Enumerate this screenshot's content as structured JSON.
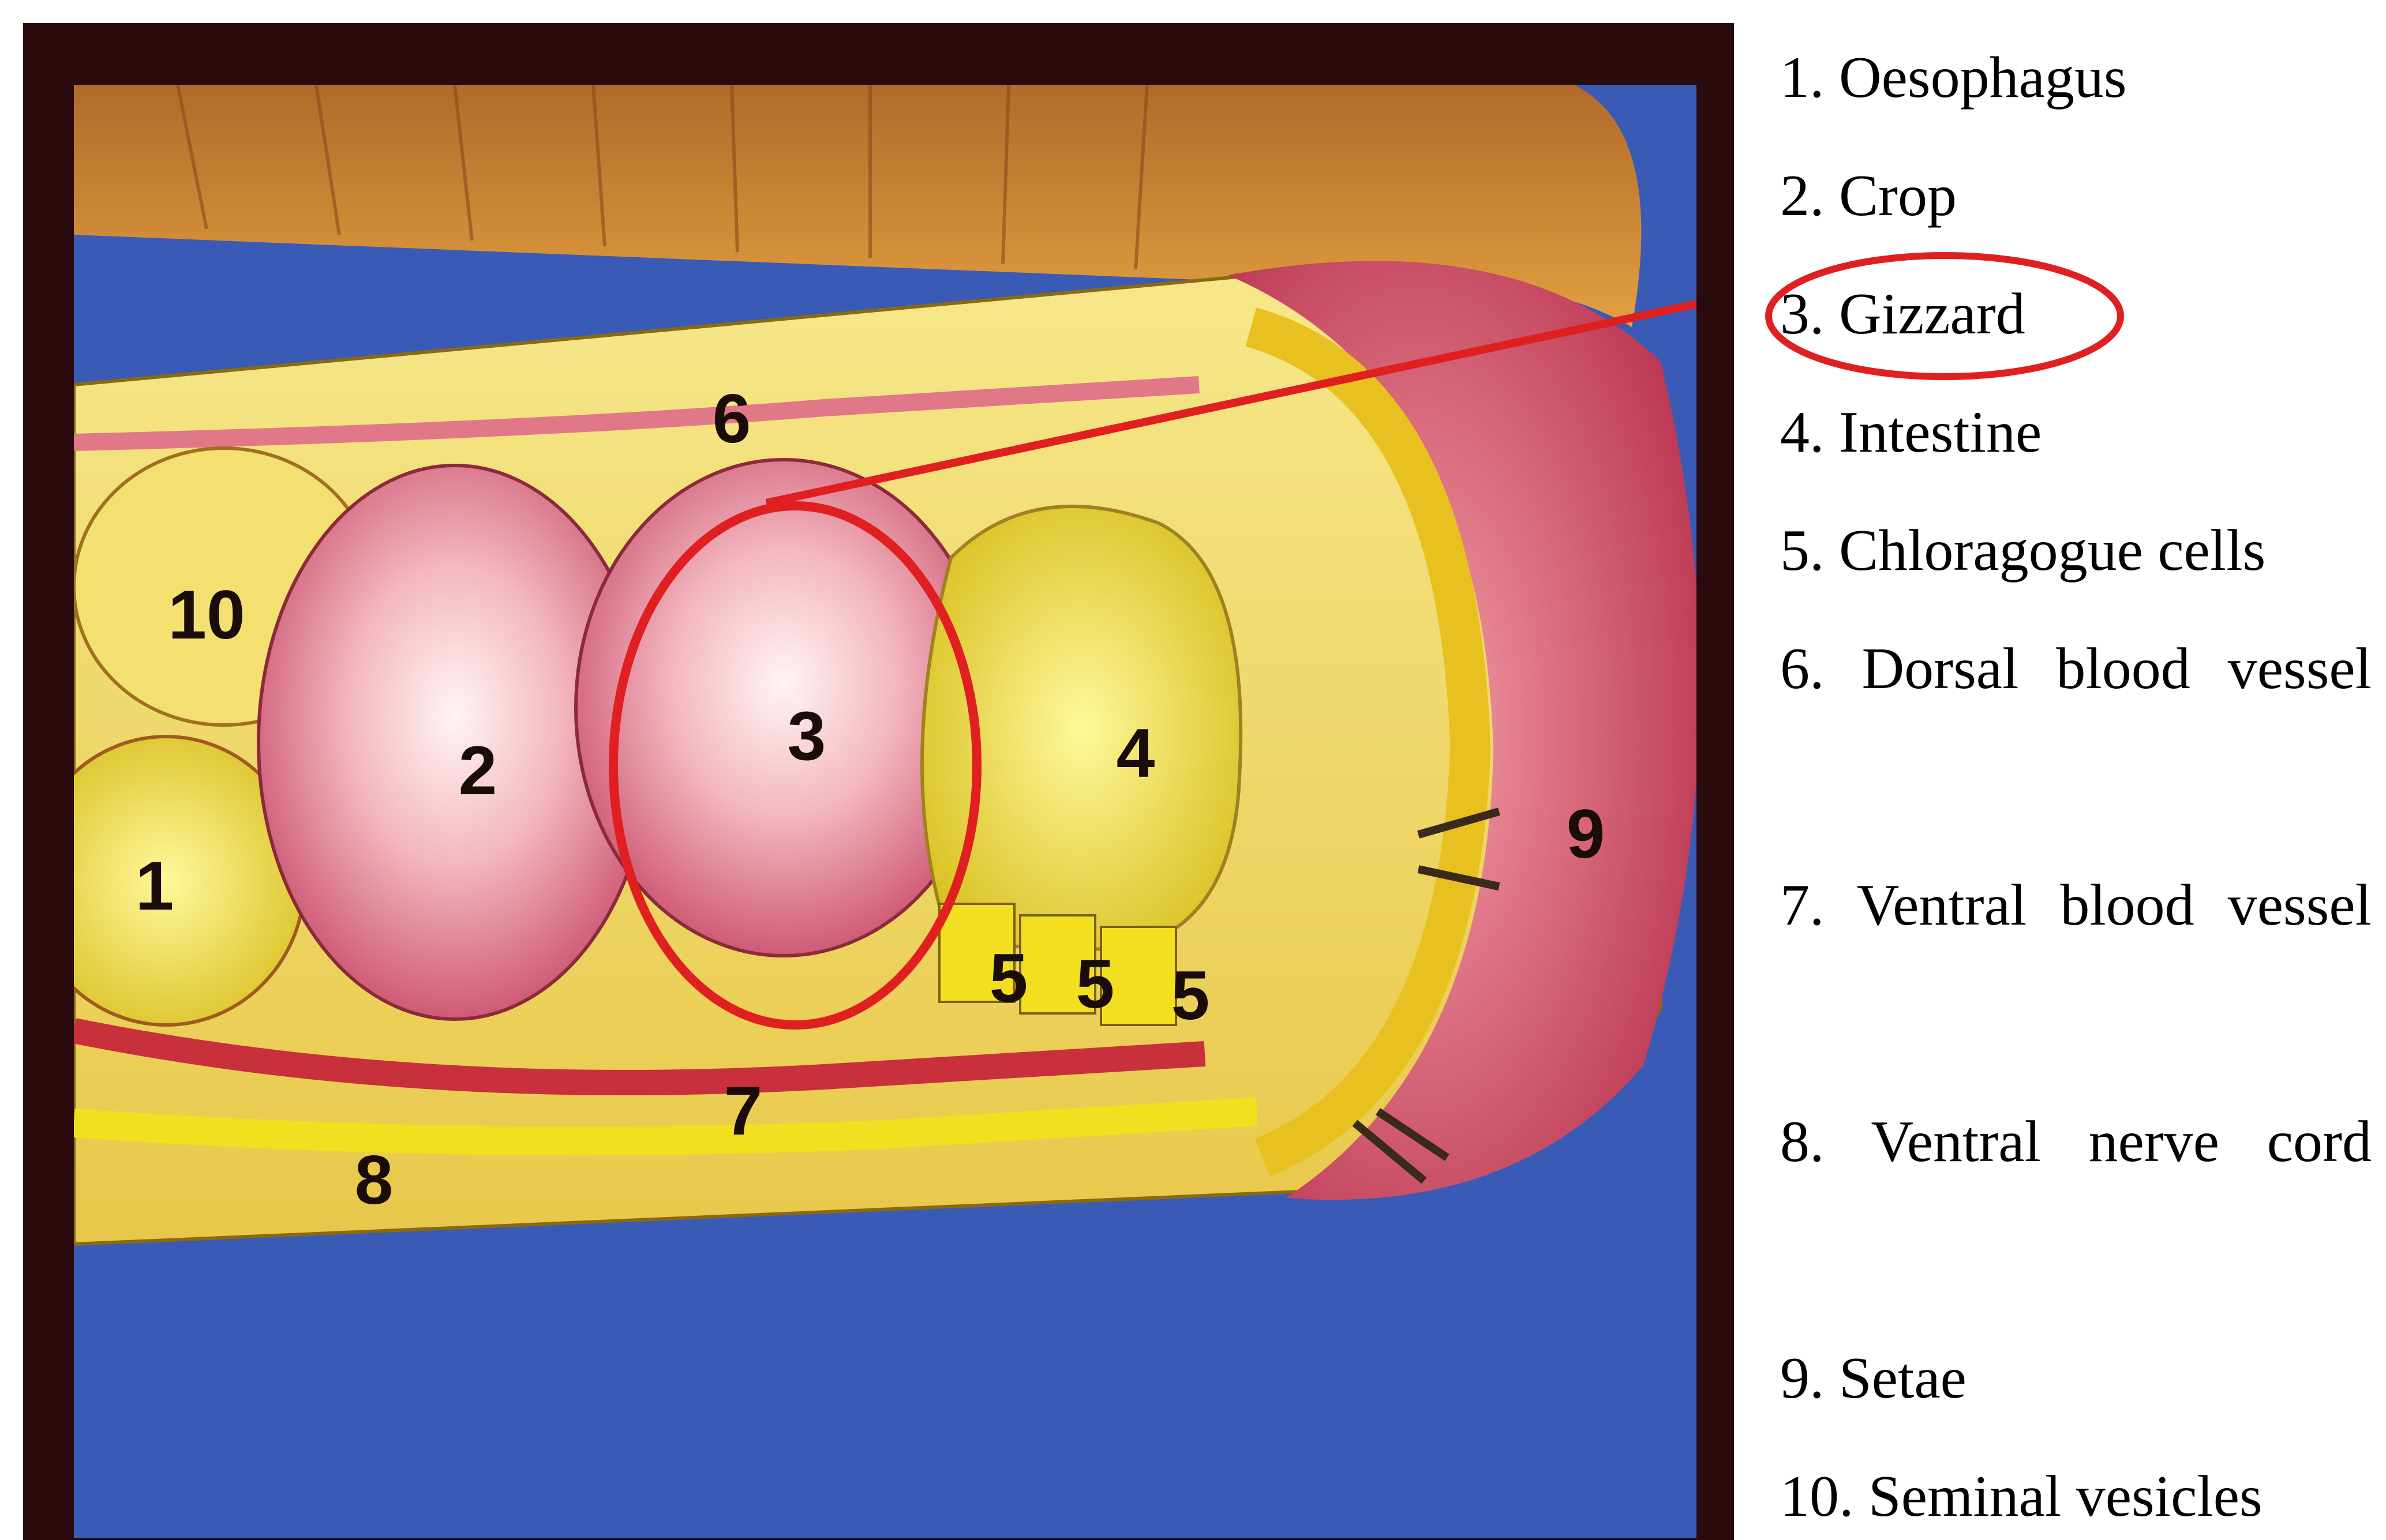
{
  "figure": {
    "diagram_labels": [
      "1",
      "2",
      "3",
      "4",
      "5",
      "5",
      "5",
      "6",
      "7",
      "8",
      "9",
      "10"
    ]
  },
  "legend": {
    "items": [
      "1. Oesophagus",
      "2. Crop",
      "3. Gizzard",
      "4. Intestine",
      "5. Chloragogue cells",
      "6. Dorsal blood vessel",
      "7. Ventral blood vessel",
      "8. Ventral nerve cord",
      "9. Setae",
      "10. Seminal vesicles"
    ],
    "highlighted_item": "3. Gizzard"
  },
  "colors": {
    "frame": "#2a0a0c",
    "background": "#3a5bb5",
    "highlight": "#e02020",
    "gut_pink": "#e47a8c",
    "gut_yellow": "#f2e24a",
    "body_wall": "#d05070"
  }
}
